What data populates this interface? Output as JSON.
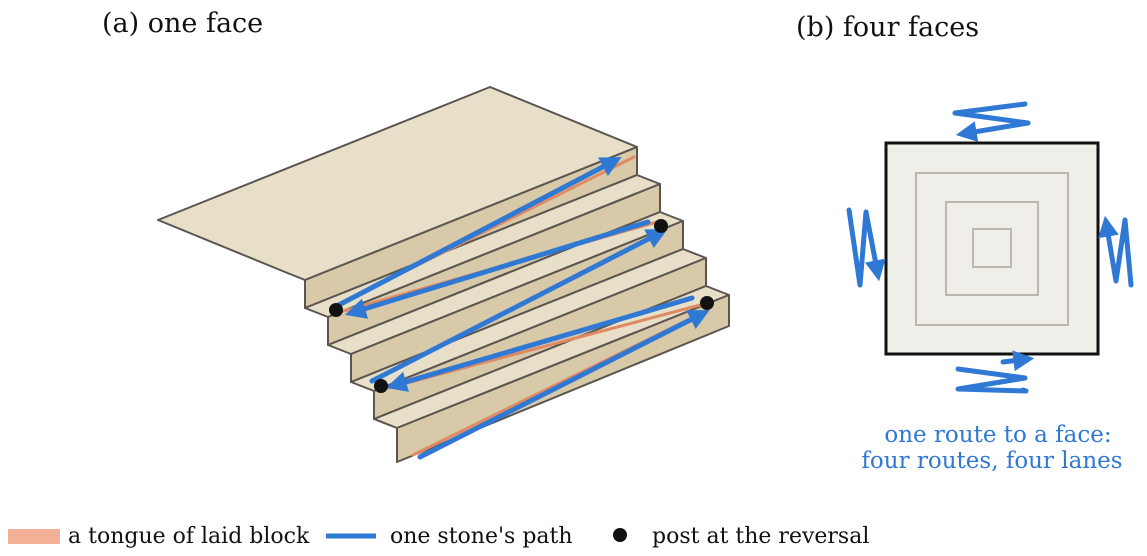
{
  "panel_a": {
    "title": "(a)  one face"
  },
  "panel_b": {
    "title": "(b)  four faces",
    "caption_line1": "one route to a face:",
    "caption_line2": "four routes, four lanes"
  },
  "legend": {
    "tongue_label": "a tongue of laid block",
    "path_label": "one stone's path",
    "post_label": "post at the reversal"
  },
  "colors": {
    "stone_path": "#2f78d3",
    "tongue": "#f2b196",
    "tongue_line": "#e08a65",
    "post": "#111111",
    "step_top": "#e8dfc8",
    "step_riser": "#d8c9a8",
    "outline": "#5a5550",
    "square_fill": "#efeee9",
    "caption": "#2f78d3"
  }
}
